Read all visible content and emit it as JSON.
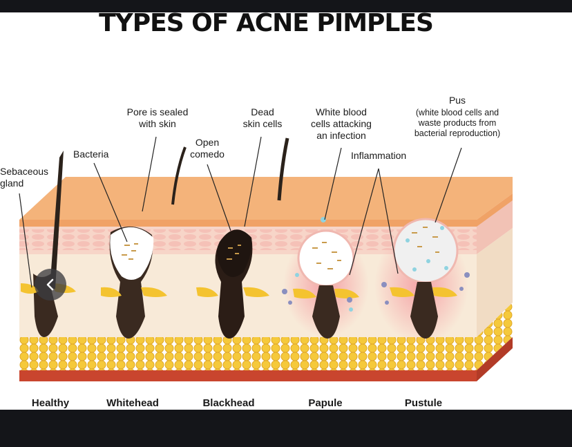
{
  "image": {
    "title": "TYPES OF ACNE PIMPLES",
    "labels": {
      "sebaceous_gland": "Sebaceous\ngland",
      "bacteria": "Bacteria",
      "pore_sealed": "Pore is sealed\nwith skin",
      "open_comedo": "Open\ncomedo",
      "dead_skin": "Dead\nskin cells",
      "white_blood": "White blood\ncells attacking\nan infection",
      "inflammation": "Inflammation",
      "pus_title": "Pus",
      "pus_detail": "(white blood cells and\nwaste products from\nbacterial reproduction)"
    },
    "stages": [
      "Healthy",
      "Whitehead",
      "Blackhead",
      "Papule",
      "Pustule"
    ]
  },
  "viewer": {
    "prev_icon": "chevron-left-icon"
  },
  "colors": {
    "background": "#141519",
    "skin_top": "#f4b37a",
    "dermis": "#f8ead8",
    "fat": "#f2c43a",
    "muscle": "#c9452e"
  }
}
